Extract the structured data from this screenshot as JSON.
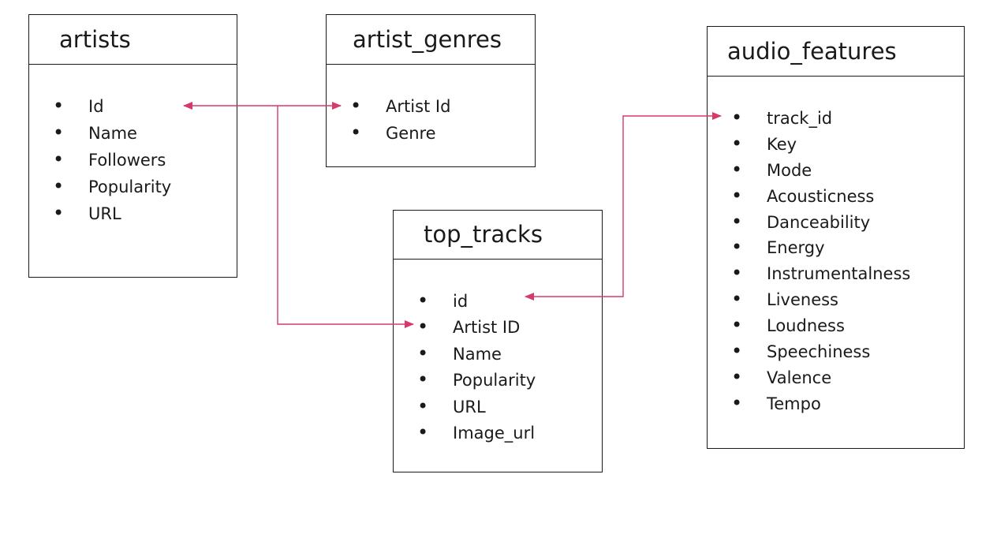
{
  "colors": {
    "connector": "#d63a6a",
    "border": "#1a1a1a",
    "background": "#ffffff"
  },
  "tables": {
    "artists": {
      "title": "artists",
      "fields": [
        "Id",
        "Name",
        "Followers",
        "Popularity",
        "URL"
      ]
    },
    "artist_genres": {
      "title": "artist_genres",
      "fields": [
        "Artist Id",
        "Genre"
      ]
    },
    "audio_features": {
      "title": "audio_features",
      "fields": [
        "track_id",
        "Key",
        "Mode",
        "Acousticness",
        "Danceability",
        "Energy",
        "Instrumentalness",
        "Liveness",
        "Loudness",
        "Speechiness",
        "Valence",
        "Tempo"
      ]
    },
    "top_tracks": {
      "title": "top_tracks",
      "fields": [
        "id",
        "Artist ID",
        "Name",
        "Popularity",
        "URL",
        "Image_url"
      ]
    }
  },
  "relationships": [
    {
      "from": "artists.Id",
      "to": "artist_genres.Artist Id"
    },
    {
      "from": "artists.Id",
      "to": "top_tracks.Artist ID"
    },
    {
      "from": "top_tracks.id",
      "to": "audio_features.track_id"
    }
  ]
}
